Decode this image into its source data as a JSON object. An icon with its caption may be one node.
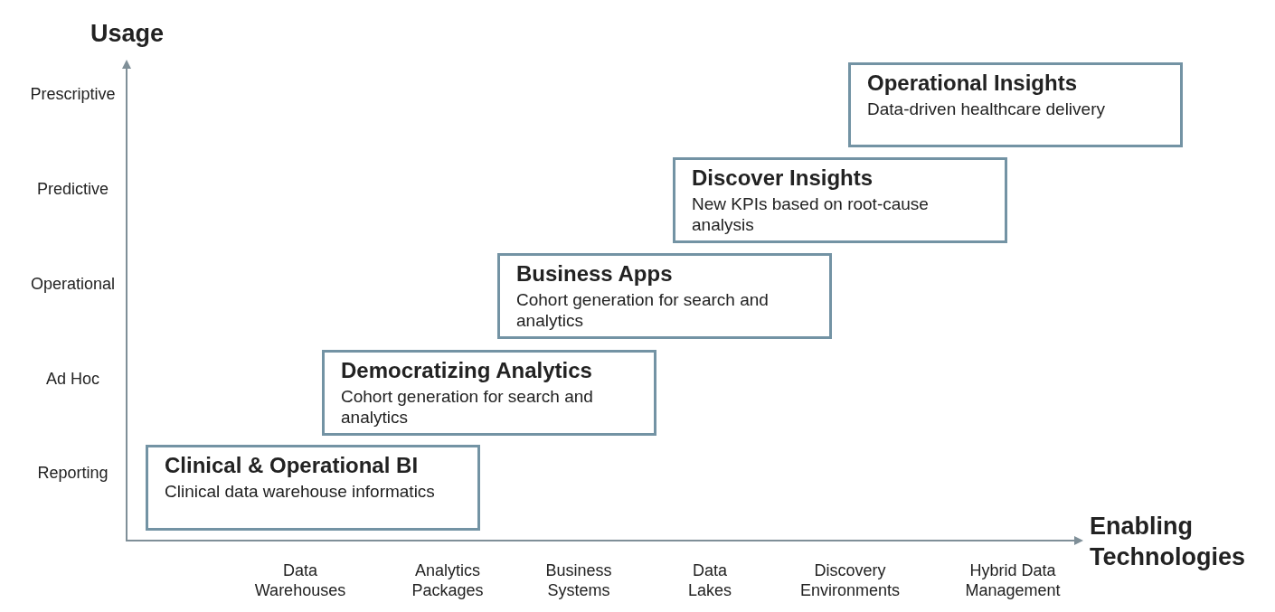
{
  "diagram": {
    "nodes": [
      {
        "text": [
          "Operational Insights",
          "Data-driven healthcare delivery"
        ]
      },
      {
        "text": [
          "Discover Insights",
          "New KPIs based on root-cause analysis"
        ]
      },
      {
        "text": [
          "Business Apps",
          "Cohort generation for search and analytics"
        ]
      },
      {
        "text": [
          "Democratizing Analytics",
          "Cohort generation for search and analytics"
        ]
      },
      {
        "text": [
          "Clinical & Operational BI",
          "Clinical data warehouse informatics"
        ]
      }
    ],
    "edges": [],
    "labels": [
      "Usage",
      "Prescriptive",
      "Predictive",
      "Operational",
      "Ad Hoc",
      "Reporting",
      "Enabling Technologies",
      "Data Warehouses",
      "Analytics Packages",
      "Business Systems",
      "Data Lakes",
      "Discovery Environments",
      "Hybrid Data Management"
    ]
  }
}
